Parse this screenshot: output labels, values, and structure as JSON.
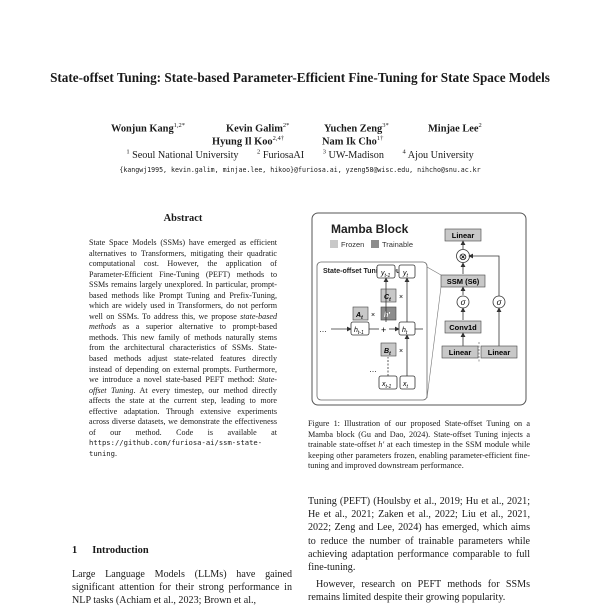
{
  "paper": {
    "title": "State-offset Tuning: State-based Parameter-Efficient Fine-Tuning for State Space Models",
    "authors": [
      {
        "name": "Wonjun Kang",
        "sup": "1,2*"
      },
      {
        "name": "Kevin Galim",
        "sup": "2*"
      },
      {
        "name": "Yuchen Zeng",
        "sup": "3*"
      },
      {
        "name": "Minjae Lee",
        "sup": "2"
      },
      {
        "name": "Hyung Il Koo",
        "sup": "2,4†"
      },
      {
        "name": "Nam Ik Cho",
        "sup": "1†"
      }
    ],
    "affiliations": [
      {
        "num": "1",
        "name": "Seoul National University"
      },
      {
        "num": "2",
        "name": "FuriosaAI"
      },
      {
        "num": "3",
        "name": "UW-Madison"
      },
      {
        "num": "4",
        "name": "Ajou University"
      }
    ],
    "emails": "{kangwj1995, kevin.galim, minjae.lee, hikoo}@furiosa.ai, yzeng58@wisc.edu, nihcho@snu.ac.kr"
  },
  "abstract": {
    "heading": "Abstract",
    "text_before_em1": "State Space Models (SSMs) have emerged as efficient alternatives to Transformers, mitigating their quadratic computational cost. However, the application of Parameter-Efficient Fine-Tuning (PEFT) methods to SSMs remains largely unexplored.  In particular, prompt-based methods like Prompt Tuning and Prefix-Tuning, which are widely used in Transformers, do not perform well on SSMs.  To address this, we propose ",
    "em1": "state-based methods",
    "text_between": " as a superior alternative to prompt-based methods.  This new family of methods naturally stems from the architectural characteristics of SSMs. State-based methods adjust state-related features directly instead of depending on external prompts. Furthermore, we introduce a novel state-based PEFT method: ",
    "em2": "State-offset Tuning",
    "text_after_em2": ". At every timestep, our method directly affects the state at the current step, leading to more effective adaptation. Through extensive experiments across diverse datasets, we demonstrate the effectiveness of our method. Code is available at ",
    "code_url": "https://github.com/furiosa-ai/ssm-state-tuning",
    "end": "."
  },
  "intro": {
    "heading_num": "1",
    "heading": "Introduction",
    "text": "Large Language Models (LLMs) have gained significant attention for their strong performance in NLP tasks (Achiam et al., 2023; Brown et al.,"
  },
  "figure": {
    "title": "Mamba Block",
    "legend_frozen": "Frozen",
    "legend_trainable": "Trainable",
    "frozen_color": "#c8c8c8",
    "trainable_color": "#8c8c8c",
    "panel_title": "State-offset Tuning (Ours)",
    "ssm_label": "SSM (S6)",
    "conv_label": "Conv1d",
    "linear_top": "Linear",
    "linear_left": "Linear",
    "linear_right": "Linear",
    "sigma": "σ",
    "mul": "⊗",
    "times": "×",
    "plus": "+",
    "dots": "…",
    "y_prev": "y",
    "y_prev_sub": "t-1",
    "y_cur": "y",
    "y_cur_sub": "t",
    "c_label": "C",
    "c_sub": "t",
    "a_label": "A",
    "a_sub": "t",
    "h_prime": "h′",
    "b_label": "B",
    "b_sub": "t",
    "h_prev": "h",
    "h_prev_sub": "t-1",
    "h_cur": "h",
    "h_cur_sub": "t",
    "x_prev": "x",
    "x_prev_sub": "t-1",
    "x_cur": "x",
    "x_cur_sub": "t"
  },
  "caption": {
    "text_a": "Figure 1: Illustration of our proposed State-offset Tuning on a Mamba block (Gu and Dao, 2024). State-offset Tuning injects a trainable state-offset ",
    "symbol": "h′",
    "text_b": " at each timestep in the SSM module while keeping other parameters frozen, enabling parameter-efficient fine-tuning and improved downstream performance."
  },
  "right_column": {
    "para1": "Tuning (PEFT) (Houlsby et al., 2019; Hu et al., 2021; He et al., 2021; Zaken et al., 2022; Liu et al., 2021, 2022; Zeng and Lee, 2024) has emerged, which aims to reduce the number of trainable parameters while achieving adaptation performance comparable to full fine-tuning.",
    "para2": "However, research on PEFT methods for SSMs remains limited despite their growing popularity."
  }
}
